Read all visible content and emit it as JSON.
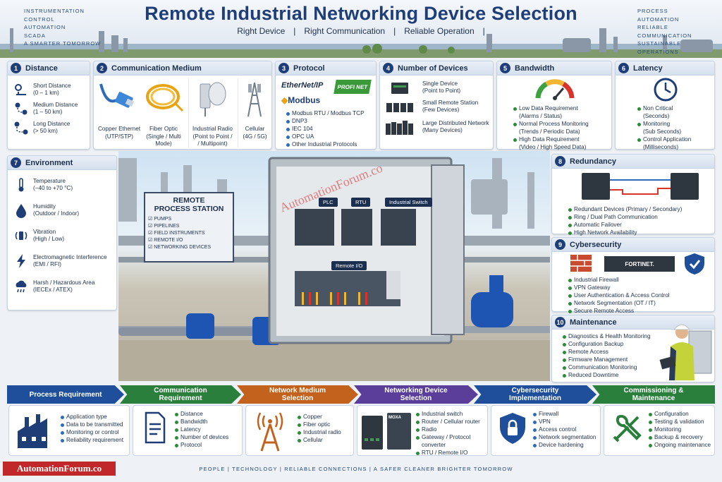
{
  "header": {
    "title": "Remote Industrial Networking Device Selection",
    "subtitle": [
      "Right Device",
      "|",
      "Right Communication",
      "|",
      "Reliable Operation",
      "|",
      "For a Connected Tomorrow"
    ],
    "left_tags": [
      "INSTRUMENTATION",
      "CONTROL",
      "AUTOMATION",
      "SCADA",
      "A SMARTER TOMORROW"
    ],
    "right_tags": [
      "PROCESS",
      "AUTOMATION",
      "RELIABLE COMMUNICATION",
      "SUSTAINABLE OPERATIONS"
    ]
  },
  "distance": {
    "num": "1",
    "title": "Distance",
    "items": [
      {
        "name": "Short Distance",
        "range": "(0 – 1 km)"
      },
      {
        "name": "Medium Distance",
        "range": "(1 – 50 km)"
      },
      {
        "name": "Long Distance",
        "range": "(> 50 km)"
      }
    ]
  },
  "medium": {
    "num": "2",
    "title": "Communication Medium",
    "items": [
      {
        "l1": "Copper Ethernet",
        "l2": "(UTP/STP)"
      },
      {
        "l1": "Fiber Optic",
        "l2": "(Single / Multi Mode)"
      },
      {
        "l1": "Industrial Radio",
        "l2": "(Point to Point /",
        "l3": "/ Multipoint)"
      },
      {
        "l1": "Cellular",
        "l2": "(4G / 5G)"
      }
    ]
  },
  "protocol": {
    "num": "3",
    "title": "Protocol",
    "logos": [
      "EtherNet/IP",
      "PROFI NET",
      "Modbus"
    ],
    "items": [
      "Modbus RTU / Modbus TCP",
      "DNP3",
      "IEC 104",
      "OPC UA",
      "Other Industrial Protocols"
    ]
  },
  "devices": {
    "num": "4",
    "title": "Number of Devices",
    "items": [
      {
        "l1": "Single Device",
        "l2": "(Point to Point)"
      },
      {
        "l1": "Small Remote Station",
        "l2": "(Few Devices)"
      },
      {
        "l1": "Large Distributed Network",
        "l2": "(Many Devices)"
      }
    ]
  },
  "bandwidth": {
    "num": "5",
    "title": "Bandwidth",
    "items": [
      {
        "l1": "Low Data Requirement",
        "l2": "(Alarms / Status)"
      },
      {
        "l1": "Normal Process Monitoring",
        "l2": "(Trends / Periodic Data)"
      },
      {
        "l1": "High Data Requirement",
        "l2": "(Video / High Speed Data)"
      }
    ]
  },
  "latency": {
    "num": "6",
    "title": "Latency",
    "items": [
      {
        "l1": "Non Critical",
        "l2": "(Seconds)"
      },
      {
        "l1": "Monitoring",
        "l2": "(Sub Seconds)"
      },
      {
        "l1": "Control Application",
        "l2": "(Milliseconds)"
      }
    ]
  },
  "environment": {
    "num": "7",
    "title": "Environment",
    "items": [
      {
        "l1": "Temperature",
        "l2": "(−40 to +70 °C)"
      },
      {
        "l1": "Humidity",
        "l2": "(Outdoor / Indoor)"
      },
      {
        "l1": "Vibration",
        "l2": "(High / Low)"
      },
      {
        "l1": "Electromagnetic Interference",
        "l2": "(EMI / RFI)"
      },
      {
        "l1": "Harsh / Hazardous Area",
        "l2": "(IECEx / ATEX)"
      }
    ]
  },
  "redundancy": {
    "num": "8",
    "title": "Redundancy",
    "items": [
      "Redundant Devices (Primary / Secondary)",
      "Ring / Dual Path Communication",
      "Automatic Failover",
      "High Network Availability"
    ]
  },
  "cybersecurity": {
    "num": "9",
    "title": "Cybersecurity",
    "brand": "FORTINET.",
    "items": [
      "Industrial Firewall",
      "VPN Gateway",
      "User Authentication & Access Control",
      "Network Segmentation (OT / IT)",
      "Secure Remote Access"
    ]
  },
  "maintenance": {
    "num": "10",
    "title": "Maintenance",
    "items": [
      "Diagnostics & Health Monitoring",
      "Configuration Backup",
      "Remote Access",
      "Firmware Management",
      "Communication Monitoring",
      "Reduced Downtime"
    ]
  },
  "scene": {
    "station_title": [
      "REMOTE",
      "PROCESS STATION"
    ],
    "station_items": [
      "PUMPS",
      "PIPELINES",
      "FIELD INSTRUMENTS",
      "REMOTE I/O",
      "NETWORKING DEVICES"
    ],
    "labels": {
      "plc": "PLC",
      "rtu": "RTU",
      "switch": "Industrial Switch",
      "rio": "Remote I/O"
    },
    "watermark": "AutomationForum.co"
  },
  "steps": [
    {
      "title": "Process Requirement",
      "color": "#1f4f9a",
      "items": [
        "Application type",
        "Data to be transmitted",
        "Monitoring or control",
        "Reliability requirement"
      ]
    },
    {
      "title": "Communication Requirement",
      "color": "#2a7f3c",
      "items": [
        "Distance",
        "Bandwidth",
        "Latency",
        "Number of devices",
        "Protocol"
      ]
    },
    {
      "title": "Network Medium Selection",
      "color": "#c2621d",
      "items": [
        "Copper",
        "Fiber optic",
        "Industrial radio",
        "Cellular"
      ]
    },
    {
      "title": "Networking Device Selection",
      "color": "#5a3e9a",
      "items": [
        "Industrial switch",
        "Router / Cellular router",
        "Radio",
        "Gateway / Protocol converter",
        "RTU / Remote I/O"
      ],
      "brand": "MOXA"
    },
    {
      "title": "Cybersecurity Implementation",
      "color": "#1f4f9a",
      "items": [
        "Firewall",
        "VPN",
        "Access control",
        "Network segmentation",
        "Device hardening"
      ]
    },
    {
      "title": "Commissioning & Maintenance",
      "color": "#2a7f3c",
      "items": [
        "Configuration",
        "Testing & validation",
        "Monitoring",
        "Backup & recovery",
        "Ongoing maintenance"
      ]
    }
  ],
  "footer": {
    "brand": "AutomationForum.co",
    "tagline": "PEOPLE  |  TECHNOLOGY  |  RELIABLE CONNECTIONS  |  A SAFER CLEANER BRIGHTER TOMORROW"
  },
  "colors": {
    "navy": "#1f3e78",
    "green": "#2a7f3c",
    "orange": "#c2621d",
    "purple": "#5a3e9a",
    "red": "#c0282a"
  }
}
